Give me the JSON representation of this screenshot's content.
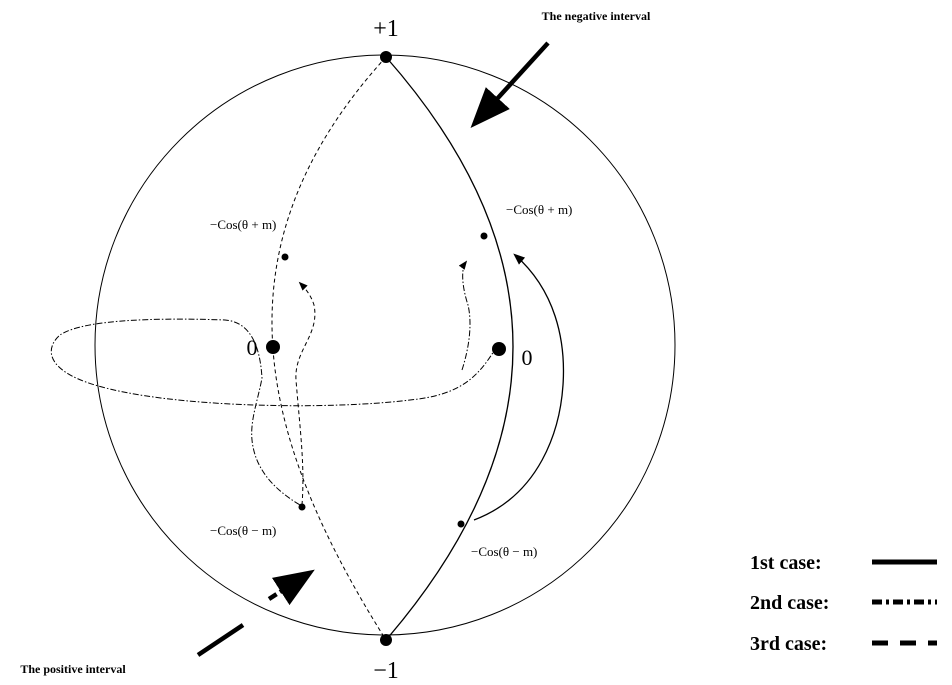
{
  "diagram": {
    "labels": {
      "top_pole": "+1",
      "bottom_pole": "−1",
      "zero_left": "0",
      "zero_right": "0",
      "cos_plus_left": "−Cos(θ + m)",
      "cos_plus_right": "−Cos(θ + m)",
      "cos_minus_left": "−Cos(θ − m)",
      "cos_minus_right": "−Cos(θ − m)",
      "negative_interval": "The negative interval",
      "positive_interval": "The positive interval"
    },
    "legend": [
      {
        "label": "1st case:",
        "style": "solid"
      },
      {
        "label": "2nd case:",
        "style": "dash-dot"
      },
      {
        "label": "3rd case:",
        "style": "dashed"
      }
    ]
  },
  "colors": {
    "ink": "#000000",
    "background": "#ffffff"
  }
}
